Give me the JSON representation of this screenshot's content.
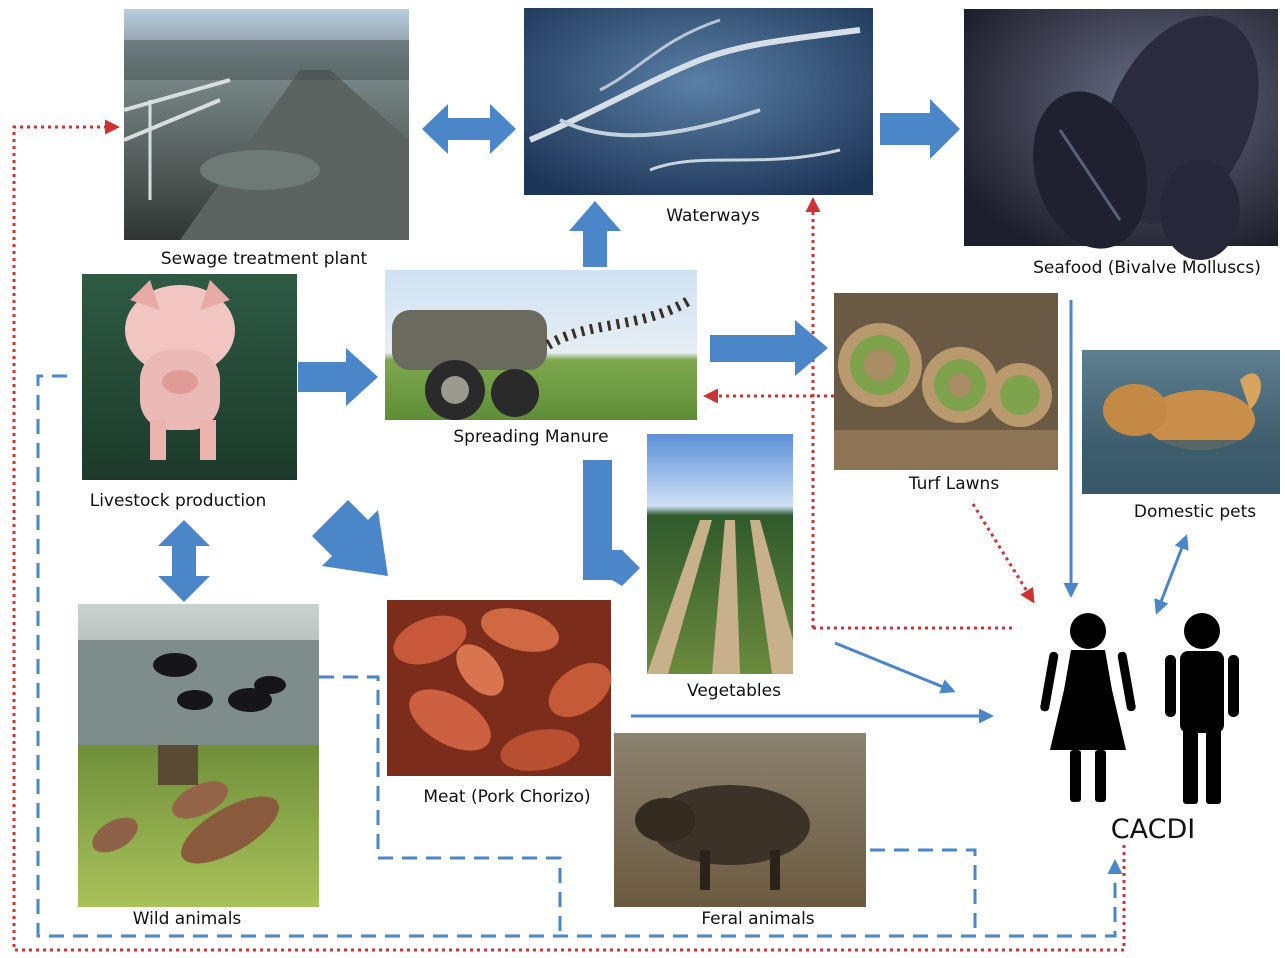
{
  "diagram": {
    "nodes": {
      "sewage": {
        "label": "Sewage treatment plant",
        "image": "sewage-treatment-plant-photo"
      },
      "waterways": {
        "label": "Waterways",
        "image": "aerial-waterways-photo"
      },
      "seafood": {
        "label": "Seafood (Bivalve Molluscs)",
        "image": "mussels-photo"
      },
      "livestock": {
        "label": "Livestock production",
        "image": "pig-photo"
      },
      "manure": {
        "label": "Spreading Manure",
        "image": "manure-spreader-tractor-photo"
      },
      "turf": {
        "label": "Turf Lawns",
        "image": "rolled-turf-photo"
      },
      "pets": {
        "label": "Domestic pets",
        "image": "dog-in-water-photo"
      },
      "vegetables": {
        "label": "Vegetables",
        "image": "vegetable-field-rows-photo"
      },
      "meat": {
        "label": "Meat (Pork Chorizo)",
        "image": "chorizo-sausages-photo"
      },
      "wild": {
        "label": "Wild animals",
        "image": "black-swans-and-kangaroos-photo"
      },
      "feral": {
        "label": "Feral animals",
        "image": "wild-boar-photo"
      },
      "cacdi": {
        "label": "CACDI",
        "image": "woman-and-man-pictogram"
      }
    },
    "colors": {
      "flow_arrow": "#4a86c8",
      "blue_dashed": "#4a86c8",
      "red_dotted": "#cc3333",
      "pictogram": "#000000"
    }
  }
}
